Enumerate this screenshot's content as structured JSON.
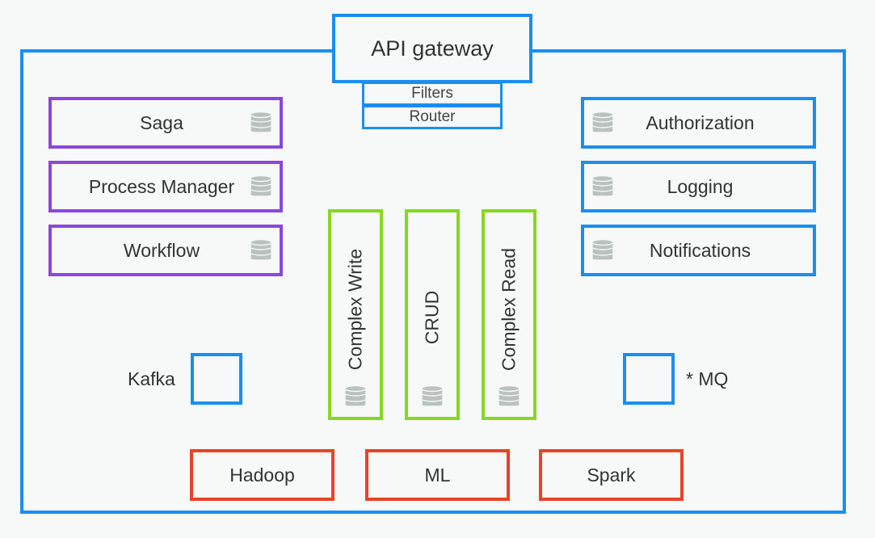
{
  "gateway": {
    "title": "API gateway",
    "filters": "Filters",
    "router": "Router"
  },
  "left_services": [
    {
      "label": "Saga",
      "icon": "database-icon"
    },
    {
      "label": "Process Manager",
      "icon": "database-icon"
    },
    {
      "label": "Workflow",
      "icon": "database-icon"
    }
  ],
  "right_services": [
    {
      "label": "Authorization",
      "icon": "database-icon"
    },
    {
      "label": "Logging",
      "icon": "database-icon"
    },
    {
      "label": "Notifications",
      "icon": "database-icon"
    }
  ],
  "center_services": [
    {
      "label": "Complex Write",
      "icon": "database-icon"
    },
    {
      "label": "CRUD",
      "icon": "database-icon"
    },
    {
      "label": "Complex Read",
      "icon": "database-icon"
    }
  ],
  "queues": {
    "kafka": "Kafka",
    "mq": "* MQ"
  },
  "analytics": [
    {
      "label": "Hadoop"
    },
    {
      "label": "ML"
    },
    {
      "label": "Spark"
    }
  ],
  "colors": {
    "container": "#1a8ef0",
    "orchestration": "#8848dc",
    "cross_cutting": "#1a8ef0",
    "core": "#86d820",
    "analytics": "#e84327",
    "database_fill": "#b9c2bf"
  }
}
